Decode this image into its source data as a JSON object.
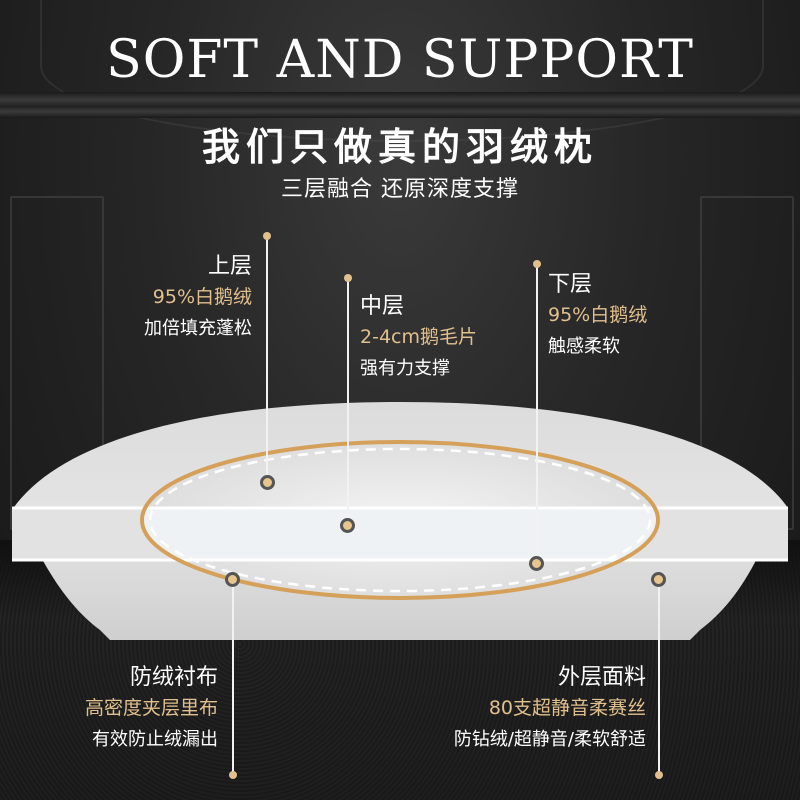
{
  "header": {
    "title": "SOFT AND SUPPORT",
    "subtitle": "我们只做真的羽绒枕",
    "tagline": "三层融合 还原深度支撑"
  },
  "layers": {
    "top": {
      "name": "上层",
      "material": "95%白鹅绒",
      "benefit": "加倍填充蓬松"
    },
    "middle": {
      "name": "中层",
      "material": "2-4cm鹅毛片",
      "benefit": "强有力支撑"
    },
    "bottom": {
      "name": "下层",
      "material": "95%白鹅绒",
      "benefit": "触感柔软"
    },
    "lining": {
      "name": "防绒衬布",
      "material": "高密度夹层里布",
      "benefit": "有效防止绒漏出"
    },
    "outer": {
      "name": "外层面料",
      "material": "80支超静音柔赛丝",
      "benefit": "防钻绒/超静音/柔软舒适"
    }
  },
  "colors": {
    "accent_gold": "#e1c08f",
    "ellipse_outline": "#d4a05a",
    "background": "#1e1e1e",
    "text": "#ffffff"
  }
}
